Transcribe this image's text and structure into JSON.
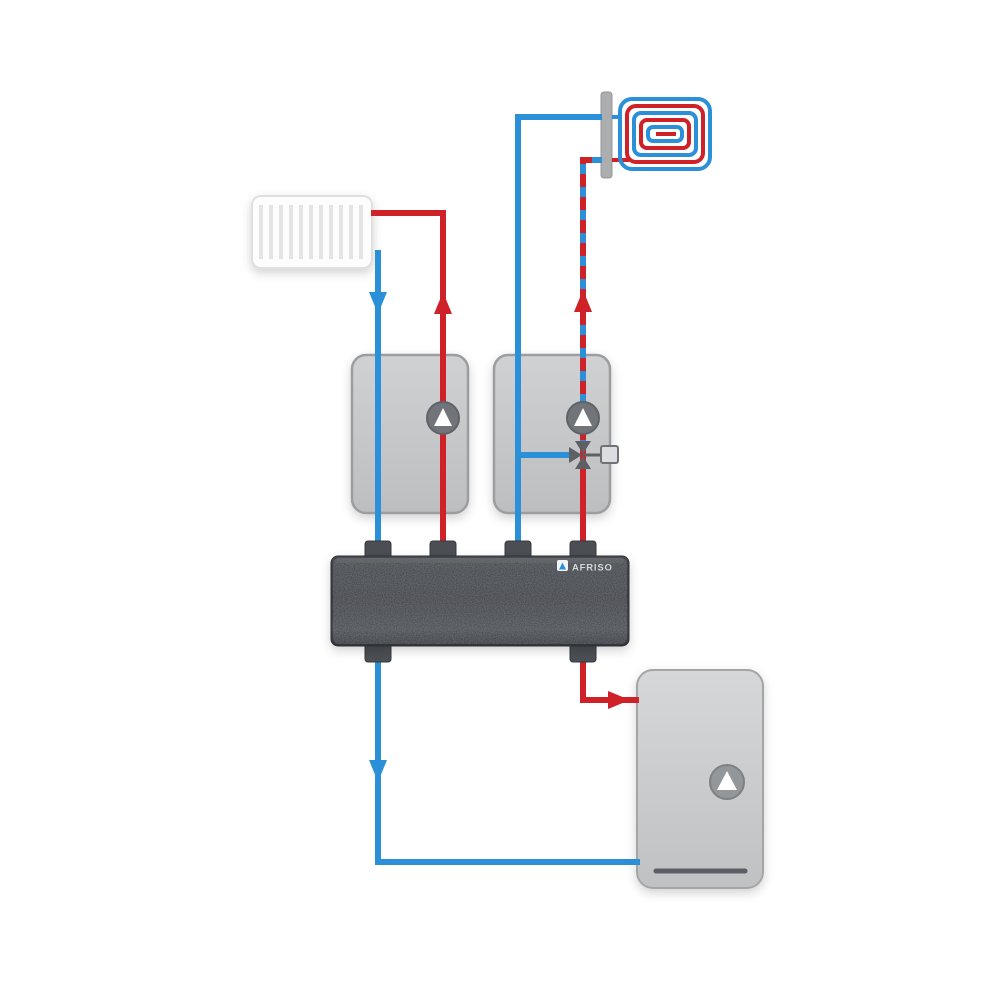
{
  "diagram": {
    "brand_label": "AFRISO"
  },
  "colors": {
    "pipeRed": "#cf2128",
    "pipeBlue": "#2b90d8",
    "boxBorder": "#9b9da0",
    "manifoldDark": "#3d4045",
    "pumpGray": "#717478",
    "valveGray": "#5d6064"
  },
  "components": {
    "radiator": "radiator-icon",
    "floor_heating": "underfloor-heating-coil-icon",
    "pump_group_left": "unmixed-pump-group",
    "pump_group_right": "mixed-pump-group-with-3way-valve",
    "manifold": "insulated-heating-manifold",
    "boiler": "boiler-heat-source",
    "pump": "circulation-pump-icon",
    "valve": "three-way-mixing-valve-icon"
  }
}
